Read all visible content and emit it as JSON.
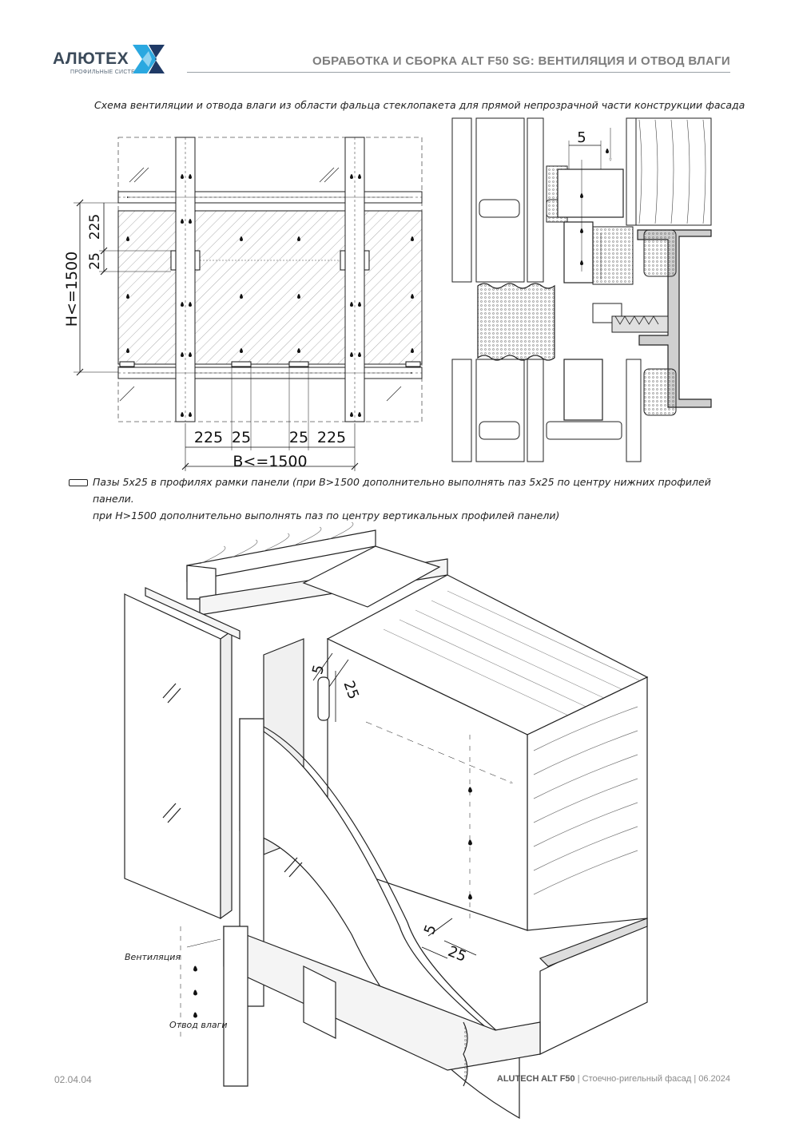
{
  "header": {
    "logo_text": "АЛЮТЕХ",
    "logo_subtitle": "ПРОФИЛЬНЫЕ СИСТЕМЫ",
    "title": "ОБРАБОТКА И СБОРКА ALT F50 SG: ВЕНТИЛЯЦИЯ И ОТВОД ВЛАГИ"
  },
  "caption": "Схема вентиляции и отвода влаги из области фальца стеклопакета для прямой непрозрачной части конструкции фасада",
  "front_view": {
    "dim_h": "H<=1500",
    "dim_225_v": "225",
    "dim_25_v": "25",
    "dim_b": "B<=1500",
    "dims_bottom": [
      "225",
      "25",
      "25",
      "225"
    ]
  },
  "section_view": {
    "dim_5": "5"
  },
  "legend": {
    "line1": "Пазы 5х25 в профилях рамки панели (при B>1500 дополнительно выполнять паз 5х25 по центру нижних профилей панели.",
    "line2": "при H>1500 дополнительно выполнять паз по центру вертикальных профилей панели)"
  },
  "isometric": {
    "dim_5_top": "5",
    "dim_25_top": "25",
    "dim_5_bottom": "5",
    "dim_25_bottom": "25",
    "label_ventilation": "Вентиляция",
    "label_drainage": "Отвод влаги"
  },
  "footer": {
    "page_number": "02.04.04",
    "brand": "ALUTECH ALT F50",
    "description": "| Стоечно-ригельный фасад | 06.2024"
  },
  "colors": {
    "logo_blue": "#2ba8e0",
    "logo_dark": "#1f3a66",
    "title_gray": "#7d7d7d"
  }
}
